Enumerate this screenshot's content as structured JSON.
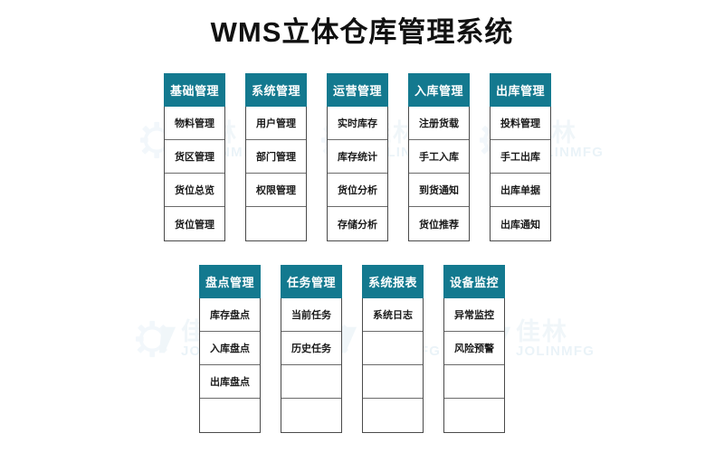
{
  "page": {
    "title": "WMS立体仓库管理系统",
    "background_color": "#ffffff",
    "header_color": "#13798F",
    "header_text_color": "#ffffff",
    "item_text_color": "#1a1a1a",
    "border_color": "#4a4a4a"
  },
  "watermark": {
    "text_cn": "佳林",
    "text_en": "JOLINMFG",
    "icon": "gear-logo-icon",
    "color": "#cfe3ee"
  },
  "rows": [
    {
      "cards": [
        {
          "header": "基础管理",
          "items": [
            "物料管理",
            "货区管理",
            "货位总览",
            "货位管理"
          ]
        },
        {
          "header": "系统管理",
          "items": [
            "用户管理",
            "部门管理",
            "权限管理",
            ""
          ]
        },
        {
          "header": "运营管理",
          "items": [
            "实时库存",
            "库存统计",
            "货位分析",
            "存储分析"
          ]
        },
        {
          "header": "入库管理",
          "items": [
            "注册货载",
            "手工入库",
            "到货通知",
            "货位推荐"
          ]
        },
        {
          "header": "出库管理",
          "items": [
            "投料管理",
            "手工出库",
            "出库单据",
            "出库通知"
          ]
        }
      ]
    },
    {
      "cards": [
        {
          "header": "盘点管理",
          "items": [
            "库存盘点",
            "入库盘点",
            "出库盘点",
            ""
          ]
        },
        {
          "header": "任务管理",
          "items": [
            "当前任务",
            "历史任务",
            "",
            ""
          ]
        },
        {
          "header": "系统报表",
          "items": [
            "系统日志",
            "",
            "",
            ""
          ]
        },
        {
          "header": "设备监控",
          "items": [
            "异常监控",
            "风险预警",
            "",
            ""
          ]
        }
      ]
    }
  ]
}
